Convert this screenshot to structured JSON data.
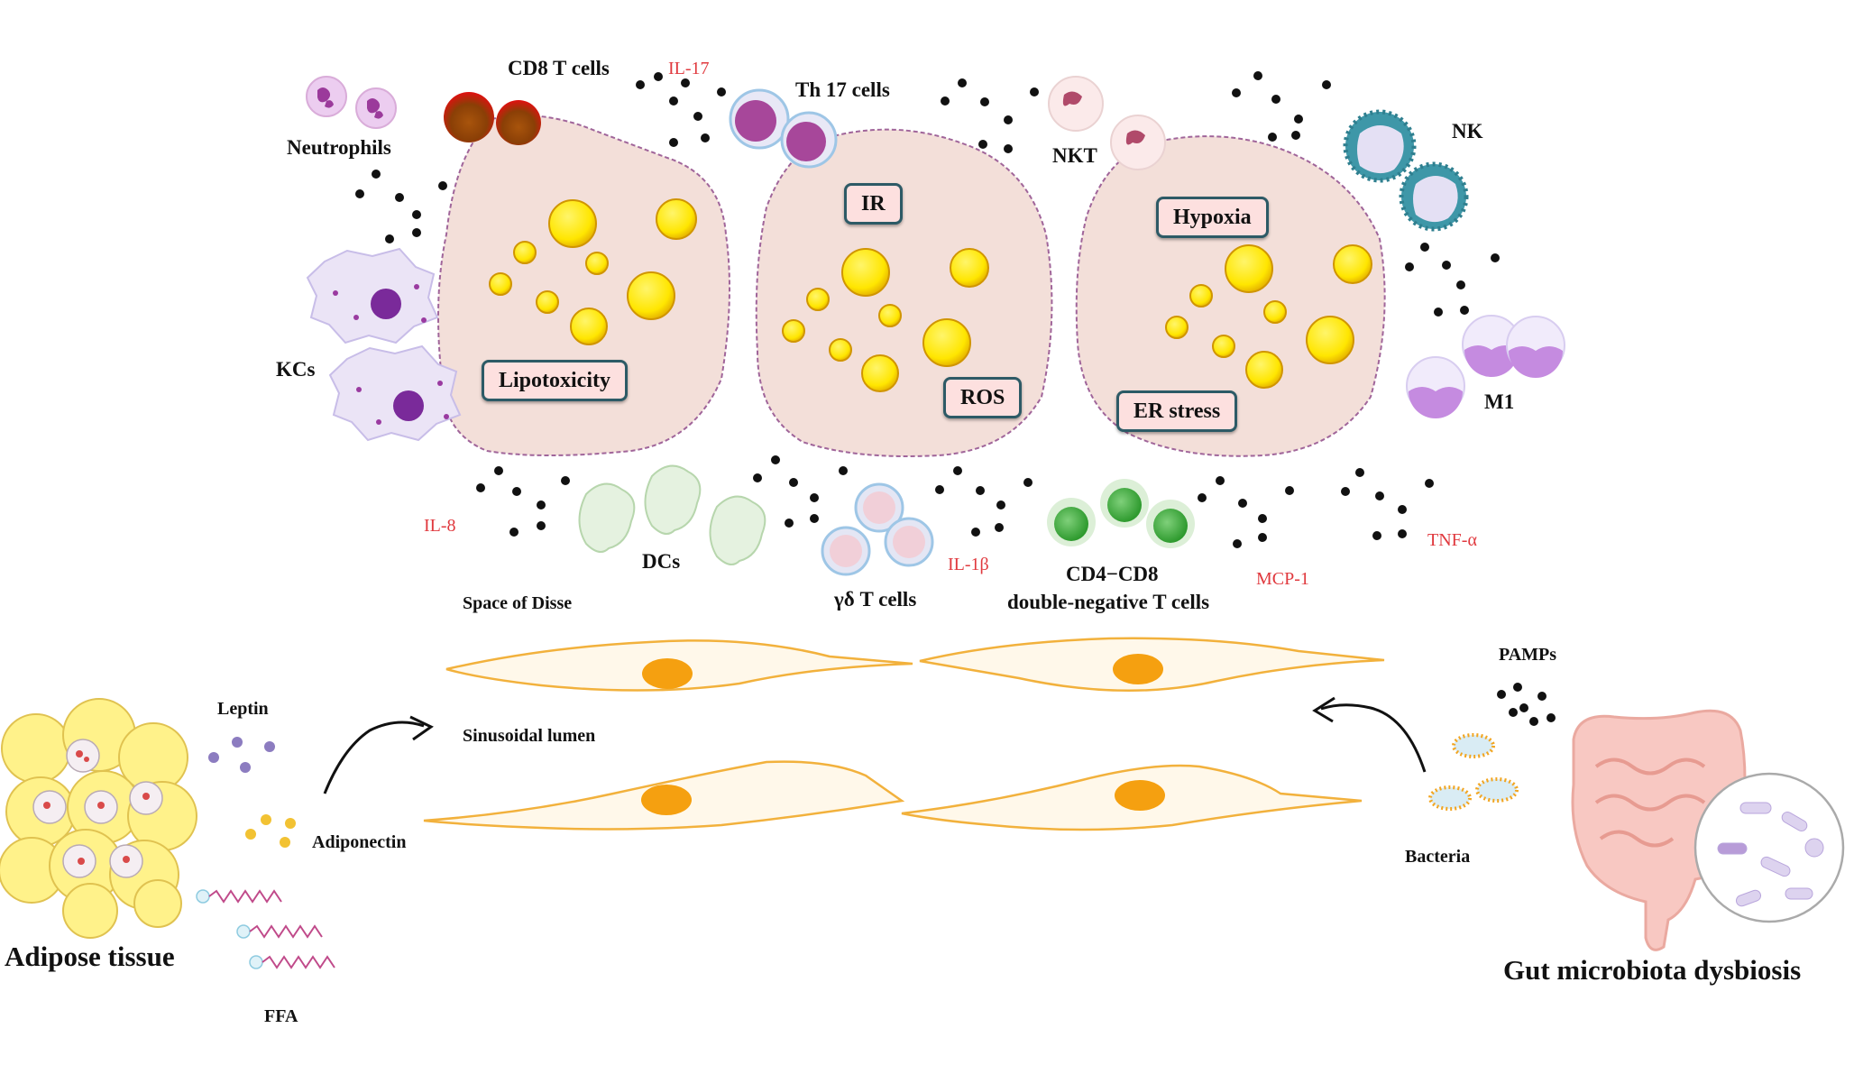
{
  "labels": {
    "neutrophils": "Neutrophils",
    "cd8_t_cells": "CD8 T cells",
    "th17_cells": "Th 17 cells",
    "nkt": "NKT",
    "nk": "NK",
    "kcs": "KCs",
    "m1": "M1",
    "dcs": "DCs",
    "gamma_delta_t_cells": "γδ T cells",
    "cd4_cd8": "CD4−CD8",
    "double_negative": "double-negative T cells",
    "space_of_disse": "Space of Disse",
    "sinusoidal_lumen": "Sinusoidal lumen",
    "leptin": "Leptin",
    "adiponectin": "Adiponectin",
    "ffa": "FFA",
    "adipose_tissue": "Adipose tissue",
    "pamps": "PAMPs",
    "bacteria": "Bacteria",
    "gut_microbiota_dysbiosis": "Gut microbiota dysbiosis"
  },
  "cytokines": {
    "il17": "IL-17",
    "il8": "IL-8",
    "il1b": "IL-1β",
    "mcp1": "MCP-1",
    "tnfa": "TNF-α"
  },
  "stress_boxes": {
    "lipotoxicity": "Lipotoxicity",
    "ir": "IR",
    "ros": "ROS",
    "hypoxia": "Hypoxia",
    "er_stress": "ER stress"
  },
  "colors": {
    "hepatocyte_fill": "#f3dfd9",
    "hepatocyte_border": "#a0659a",
    "lipid_droplet": "#ffe600",
    "cytokine_text": "#e0393e",
    "box_fill": "#fde0df",
    "box_border": "#2d5a66",
    "endothelial_nucleus": "#f5a010",
    "endothelial_border": "#f2b13c"
  }
}
